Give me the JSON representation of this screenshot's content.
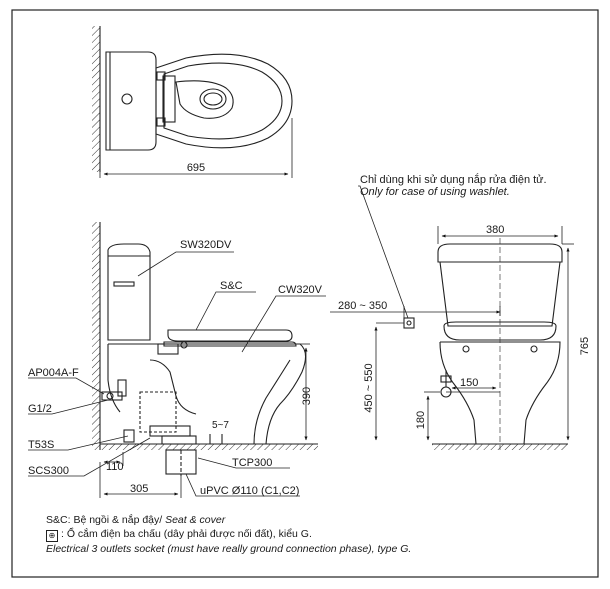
{
  "top_view": {
    "width_dim": "695"
  },
  "side_view": {
    "label_tank": "SW320DV",
    "label_seat": "S&C",
    "label_bowl": "CW320V",
    "label_valve": "AP004A-F",
    "label_g12": "G1/2",
    "label_t53s": "T53S",
    "label_scs300": "SCS300",
    "label_tcp300": "TCP300",
    "label_upvc": "uPVC Ø110 (C1,C2)",
    "dim_height": "390",
    "dim_5_7": "5~7",
    "dim_110": "110",
    "dim_305": "305"
  },
  "front_view": {
    "note_vi": "Chỉ dùng khi sử dụng nắp rửa điện tử.",
    "note_en": "Only for case of using washlet.",
    "dim_380": "380",
    "dim_280_350": "280 ~ 350",
    "dim_765": "765",
    "dim_450_550": "450 ~ 550",
    "dim_150": "150",
    "dim_180": "180"
  },
  "legend": {
    "sc_key": "S&C:",
    "sc_vi": "Bệ ngồi & nắp đậy/",
    "sc_en": "Seat & cover",
    "outlet_vi": ": Ổ cắm điện ba chấu (dây phải được nối đất), kiểu G.",
    "outlet_en": "Electrical 3 outlets socket (must have really ground connection phase), type G."
  }
}
